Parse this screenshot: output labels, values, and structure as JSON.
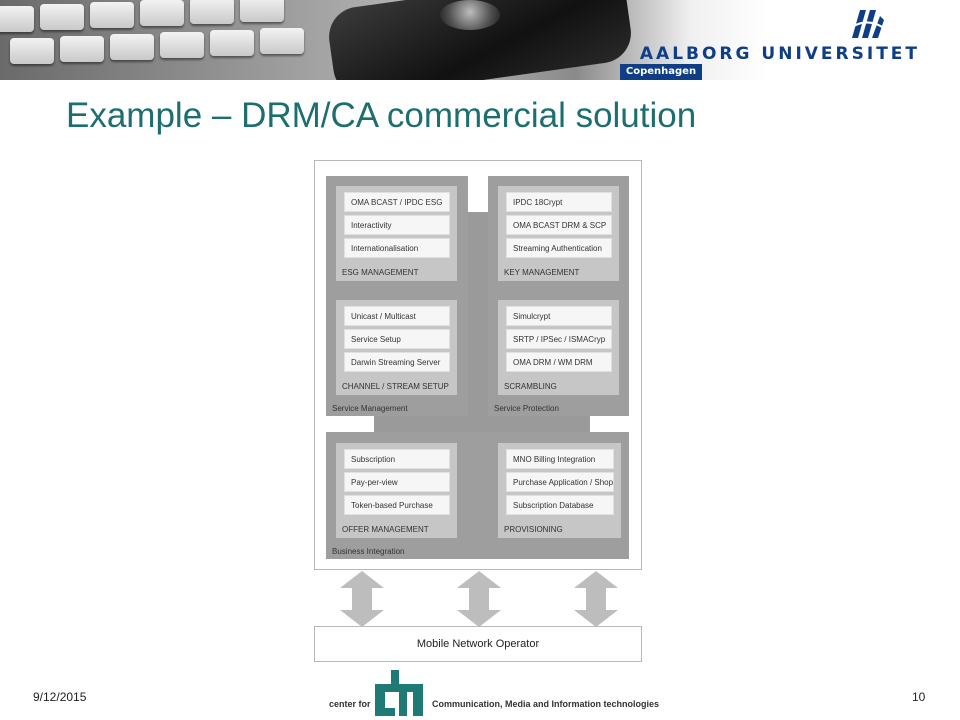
{
  "header": {
    "brand_part1": "AALBORG",
    "brand_part2": "UNIVERSITET",
    "brand_sub": "Copenhagen"
  },
  "title": "Example – DRM/CA commercial solution",
  "diagram": {
    "esg": {
      "items": [
        "OMA BCAST / IPDC ESG",
        "Interactivity",
        "Internationalisation"
      ],
      "label": "ESG MANAGEMENT"
    },
    "key": {
      "items": [
        "IPDC 18Crypt",
        "OMA BCAST DRM & SCP",
        "Streaming Authentication"
      ],
      "label": "KEY MANAGEMENT"
    },
    "channel": {
      "items": [
        "Unicast / Multicast",
        "Service Setup",
        "Darwin Streaming Server"
      ],
      "label": "CHANNEL / STREAM SETUP"
    },
    "scrambling": {
      "items": [
        "Simulcrypt",
        "SRTP / IPSec / ISMACryp",
        "OMA DRM / WM DRM"
      ],
      "label": "SCRAMBLING"
    },
    "offer": {
      "items": [
        "Subscription",
        "Pay-per-view",
        "Token-based Purchase"
      ],
      "label": "OFFER MANAGEMENT"
    },
    "provisioning": {
      "items": [
        "MNO Billing Integration",
        "Purchase Application / Shop",
        "Subscription Database"
      ],
      "label": "PROVISIONING"
    },
    "service_management": "Service Management",
    "service_protection": "Service Protection",
    "business_integration": "Business Integration",
    "mno": "Mobile Network Operator"
  },
  "footer": {
    "date": "9/12/2015",
    "page": "10",
    "center_for": "center for",
    "cmi_name": "Communication, Media and Information technologies"
  },
  "colors": {
    "title": "#1d6f6f",
    "brand": "#0f3d86"
  }
}
